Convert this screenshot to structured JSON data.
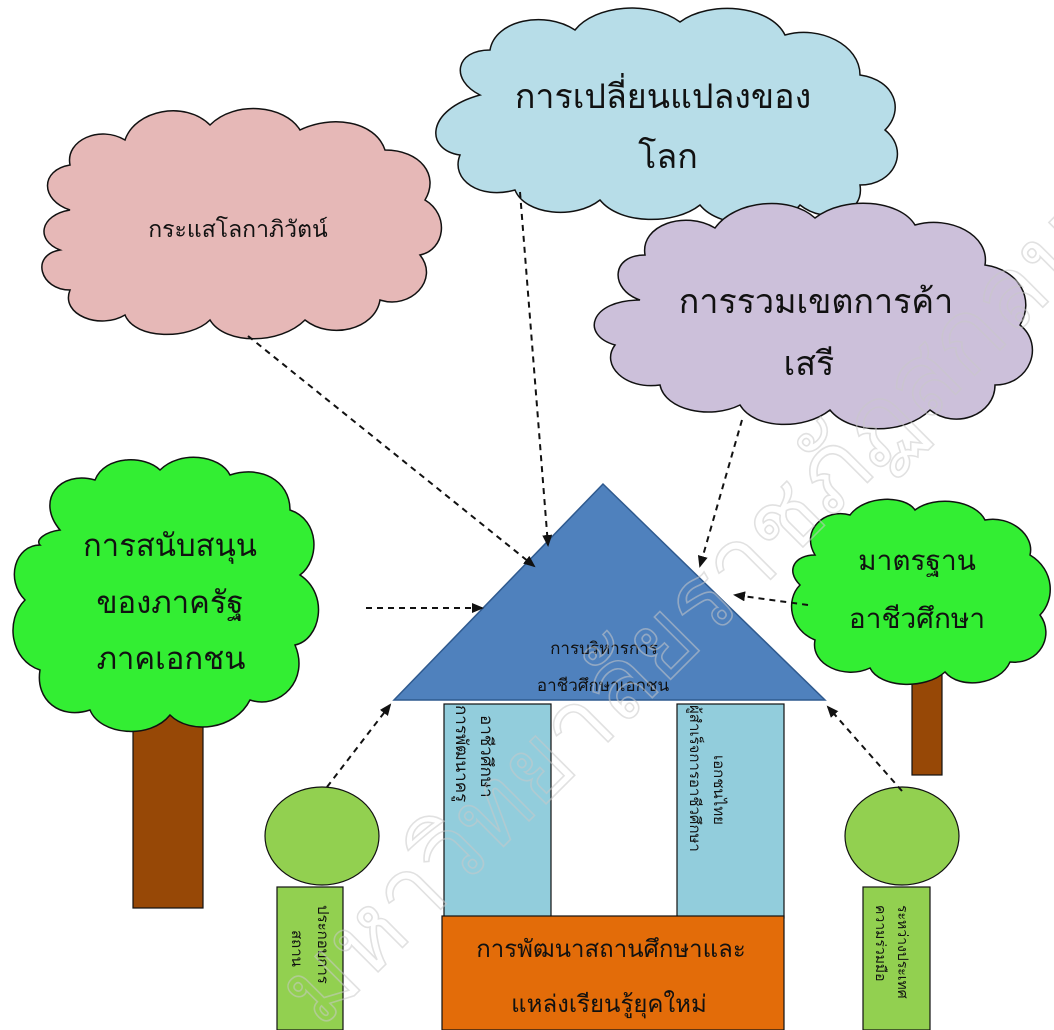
{
  "clouds": {
    "globalization": {
      "label": "กระแสโลกาภิวัตน์",
      "color": "#e6b8b7"
    },
    "world_change": {
      "line1": "การเปลี่ยนแปลงของ",
      "line2": "โลก",
      "color": "#b7dde8"
    },
    "free_trade": {
      "line1": "การรวมเขตการค้า",
      "line2": "เสรี",
      "color": "#ccc0da"
    }
  },
  "trees": {
    "left": {
      "line1": "การสนับสนุน",
      "line2": "ของภาครัฐ",
      "line3": "ภาคเอกชน"
    },
    "right": {
      "line1": "มาตรฐาน",
      "line2": "อาชีวศึกษา"
    },
    "foliage_color": "#33ee33",
    "trunk_color": "#974806"
  },
  "house": {
    "roof": {
      "line1": "การบริหารการ",
      "line2": "อาชีวศึกษาเอกชน",
      "color": "#4f81bd"
    },
    "left_pillar": {
      "line1": "การพัฒนาครู",
      "line2": "อาชีวศึกษา",
      "color": "#92cddc"
    },
    "right_pillar": {
      "line1": "ผู้สำเร็จการอาชีวศึกษา",
      "line2": "เอกชนไทย",
      "color": "#92cddc"
    },
    "base": {
      "line1": "การพัฒนาสถานศึกษาและ",
      "line2": "แหล่งเรียนรู้ยุคใหม่",
      "color": "#e36c09"
    }
  },
  "side_posts": {
    "left": {
      "line1": "สถาน",
      "line2": "ประกอบการ",
      "color": "#92d050"
    },
    "right": {
      "line1": "ความร่วมมือ",
      "line2": "ระหว่างประเทศ",
      "color": "#92d050"
    }
  },
  "watermark_text": "มหาวิทยาลัยราชภัฏสกลนคร"
}
